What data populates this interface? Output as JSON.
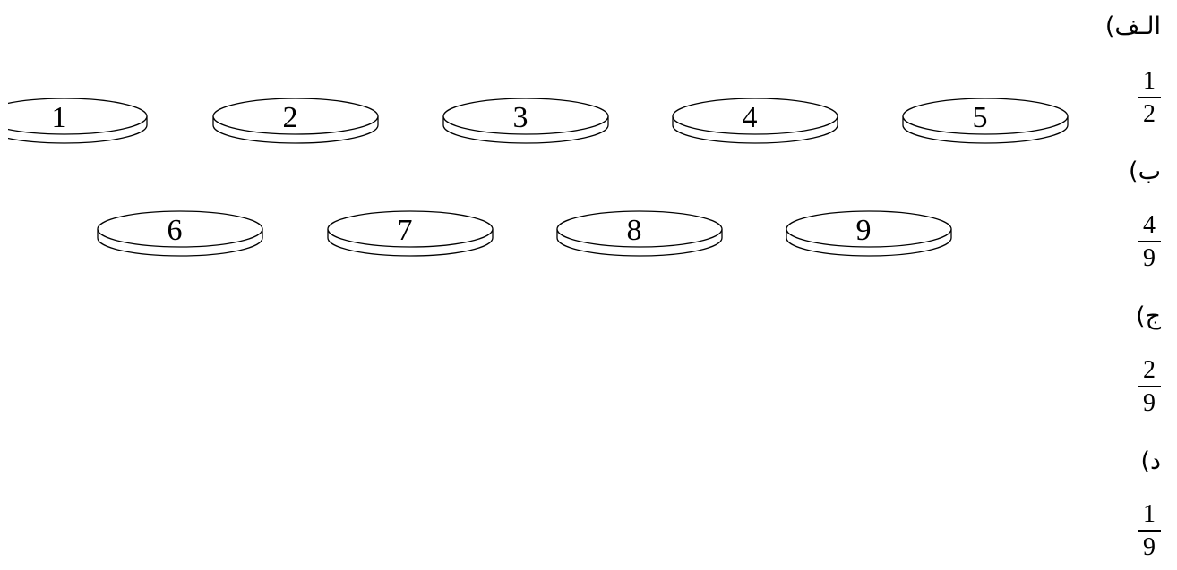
{
  "coins": [
    "1",
    "2",
    "3",
    "4",
    "5",
    "6",
    "7",
    "8",
    "9"
  ],
  "options": [
    {
      "label": "الـف)",
      "numerator": "1",
      "denominator": "2"
    },
    {
      "label": "ب)",
      "numerator": "4",
      "denominator": "9"
    },
    {
      "label": "ج)",
      "numerator": "2",
      "denominator": "9"
    },
    {
      "label": "د)",
      "numerator": "1",
      "denominator": "9"
    }
  ]
}
